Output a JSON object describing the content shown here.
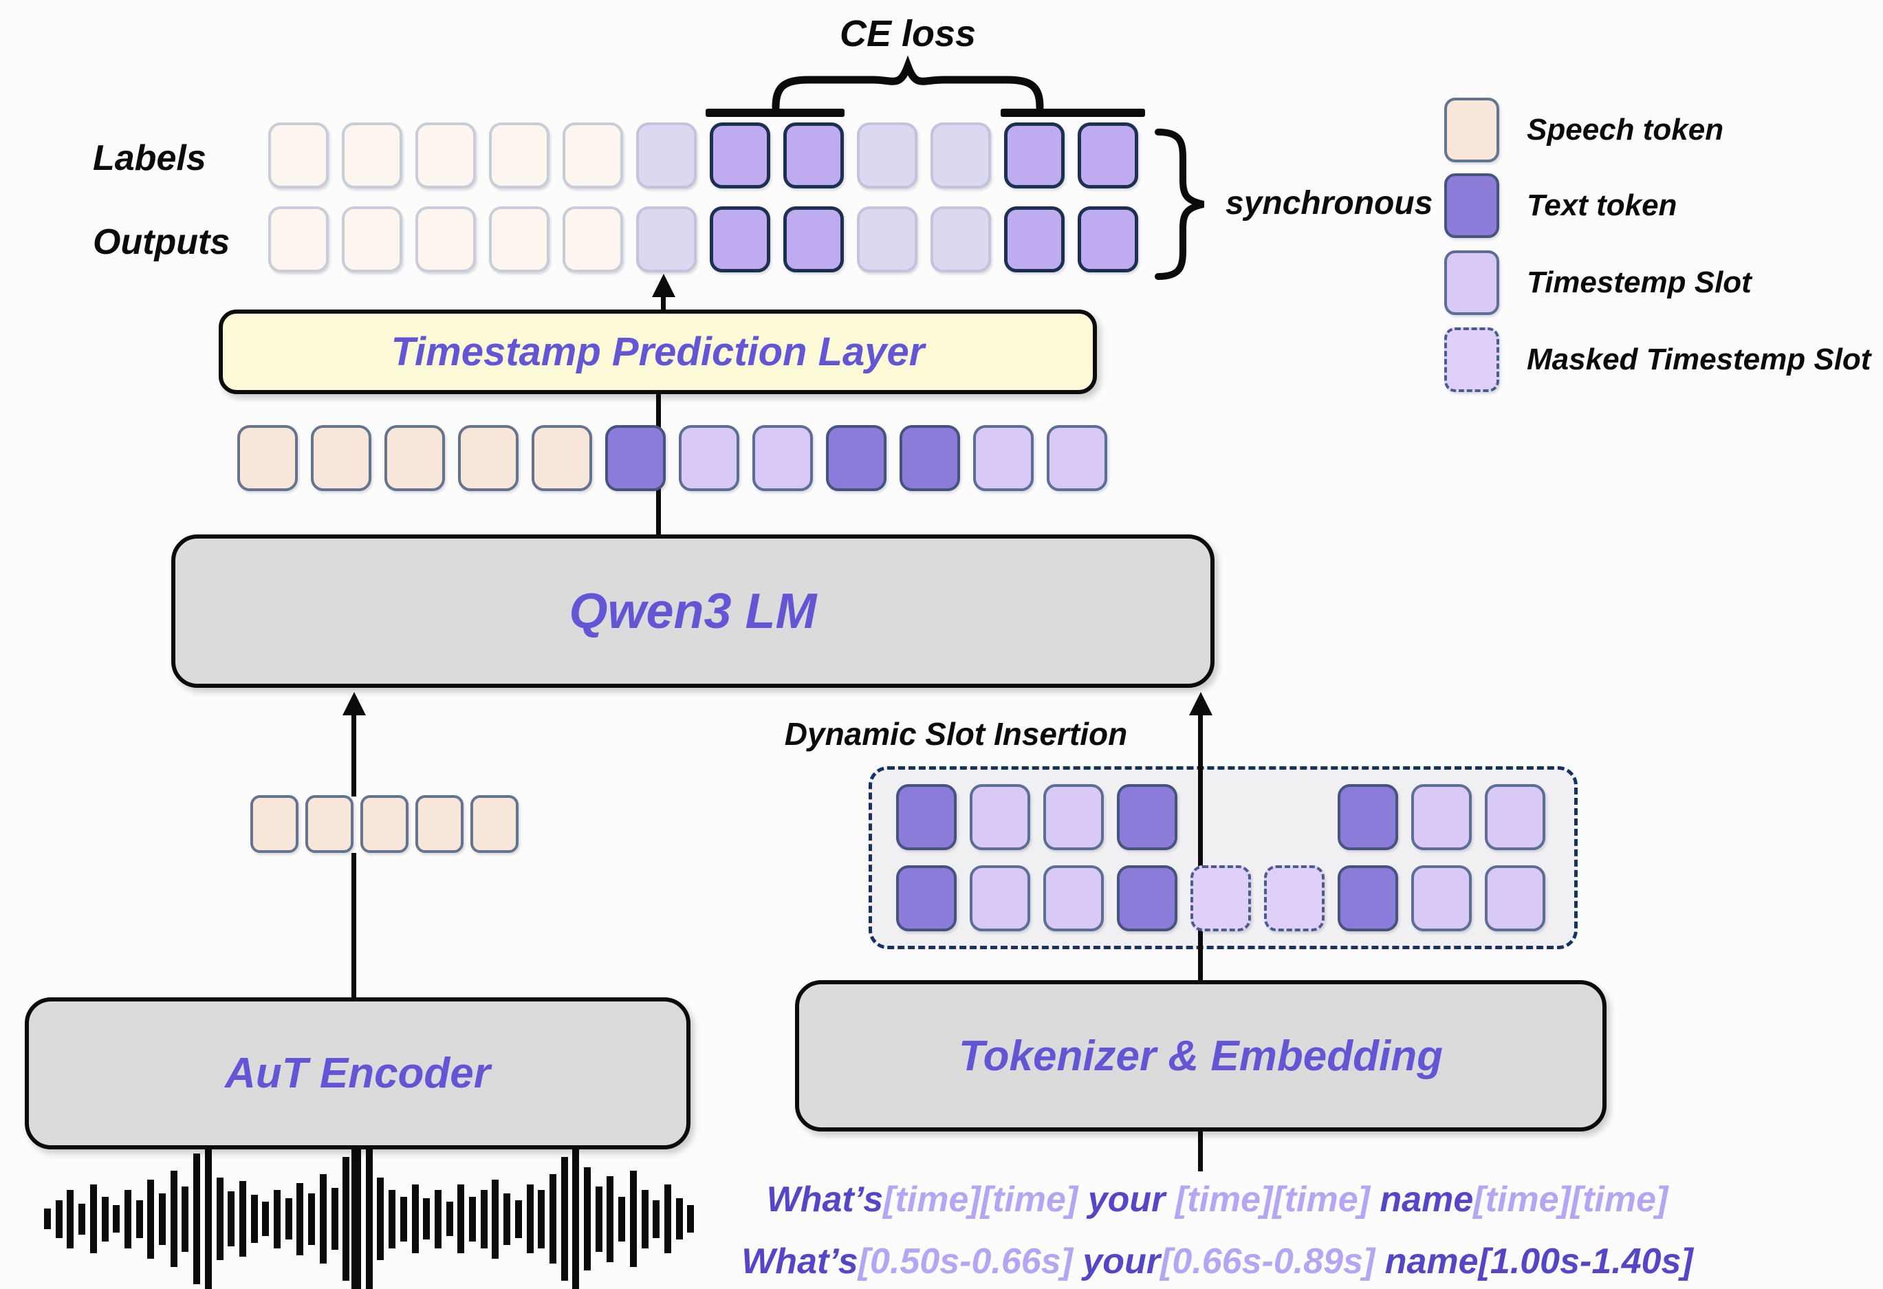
{
  "colors": {
    "accent_purple": "#6355d4",
    "ink": "#0b0b0b",
    "speech_fill": "#f9e6da",
    "speech_border": "#64748e",
    "speech_faded_fill": "#fcf5f0",
    "speech_faded_border": "#c9cdd8",
    "text_fill": "#8b7cd9",
    "text_border": "#46537d",
    "text_row_fill": "#bfabef",
    "text_row_border": "#1e3051",
    "slot_fill": "#d9c9f7",
    "slot_border": "#5d6d96",
    "slot_faded_fill": "#dcd8f2",
    "slot_faded_border": "#c1c4da",
    "masked_fill": "#dfd0fa",
    "masked_border": "#4a5c8c",
    "box_gray": "#dbdbdb",
    "box_yellow": "#fcfad6",
    "dashed_fill": "#f0eff2",
    "dashed_border": "#16335f",
    "time_dark": "#5546c8",
    "time_light": "#b5a5f2"
  },
  "top": {
    "ce_loss": "CE loss",
    "labels_caption": "Labels",
    "outputs_caption": "Outputs",
    "synchronous": "synchronous",
    "labels_row": [
      "speech_faded",
      "speech_faded",
      "speech_faded",
      "speech_faded",
      "speech_faded",
      "slot_faded",
      "text_row",
      "text_row",
      "slot_faded",
      "slot_faded",
      "text_row",
      "text_row"
    ],
    "outputs_row": [
      "speech_faded",
      "speech_faded",
      "speech_faded",
      "speech_faded",
      "speech_faded",
      "slot_faded",
      "text_row",
      "text_row",
      "slot_faded",
      "slot_faded",
      "text_row",
      "text_row"
    ]
  },
  "legend": {
    "items": [
      {
        "type": "speech",
        "label": "Speech token"
      },
      {
        "type": "text",
        "label": "Text token"
      },
      {
        "type": "slot",
        "label": "Timestemp Slot"
      },
      {
        "type": "masked",
        "label": "Masked Timestemp Slot"
      }
    ]
  },
  "boxes": {
    "timestamp_layer": "Timestamp Prediction Layer",
    "qwen": "Qwen3 LM",
    "aut": "AuT Encoder",
    "tokenizer": "Tokenizer & Embedding",
    "dynamic_slot": "Dynamic Slot Insertion"
  },
  "rows": {
    "middle": [
      "speech",
      "speech",
      "speech",
      "speech",
      "speech",
      "text",
      "slot",
      "slot",
      "text",
      "text",
      "slot",
      "slot"
    ],
    "dashed_top": [
      "text",
      "slot",
      "slot",
      "text",
      "gap",
      "gap",
      "text",
      "slot",
      "slot"
    ],
    "dashed_bottom": [
      "text",
      "slot",
      "slot",
      "text",
      "masked",
      "masked",
      "text",
      "slot",
      "slot"
    ],
    "aut": [
      "speech",
      "speech",
      "speech",
      "speech",
      "speech"
    ]
  },
  "bottom_text": {
    "line1": [
      {
        "text": "What’s",
        "tone": "dark"
      },
      {
        "text": "[time][time]",
        "tone": "light"
      },
      {
        "text": " your ",
        "tone": "dark"
      },
      {
        "text": "[time][time]",
        "tone": "light"
      },
      {
        "text": " name",
        "tone": "dark"
      },
      {
        "text": "[time][time]",
        "tone": "light"
      }
    ],
    "line2": [
      {
        "text": "What’s",
        "tone": "dark"
      },
      {
        "text": "[0.50s-0.66s]",
        "tone": "light"
      },
      {
        "text": " your",
        "tone": "dark"
      },
      {
        "text": "[0.66s-0.89s]",
        "tone": "light"
      },
      {
        "text": " name",
        "tone": "dark"
      },
      {
        "text": "[1.00s-1.40s]",
        "tone": "dark"
      }
    ]
  },
  "waveform": {
    "bars": [
      30,
      55,
      85,
      45,
      100,
      65,
      40,
      85,
      55,
      115,
      75,
      140,
      95,
      190,
      250,
      120,
      80,
      110,
      70,
      50,
      85,
      60,
      105,
      75,
      130,
      90,
      180,
      310,
      210,
      120,
      85,
      65,
      100,
      60,
      85,
      50,
      100,
      65,
      85,
      115,
      75,
      55,
      100,
      85,
      130,
      180,
      250,
      150,
      95,
      125,
      65,
      140,
      85,
      55,
      100,
      60,
      40
    ]
  }
}
